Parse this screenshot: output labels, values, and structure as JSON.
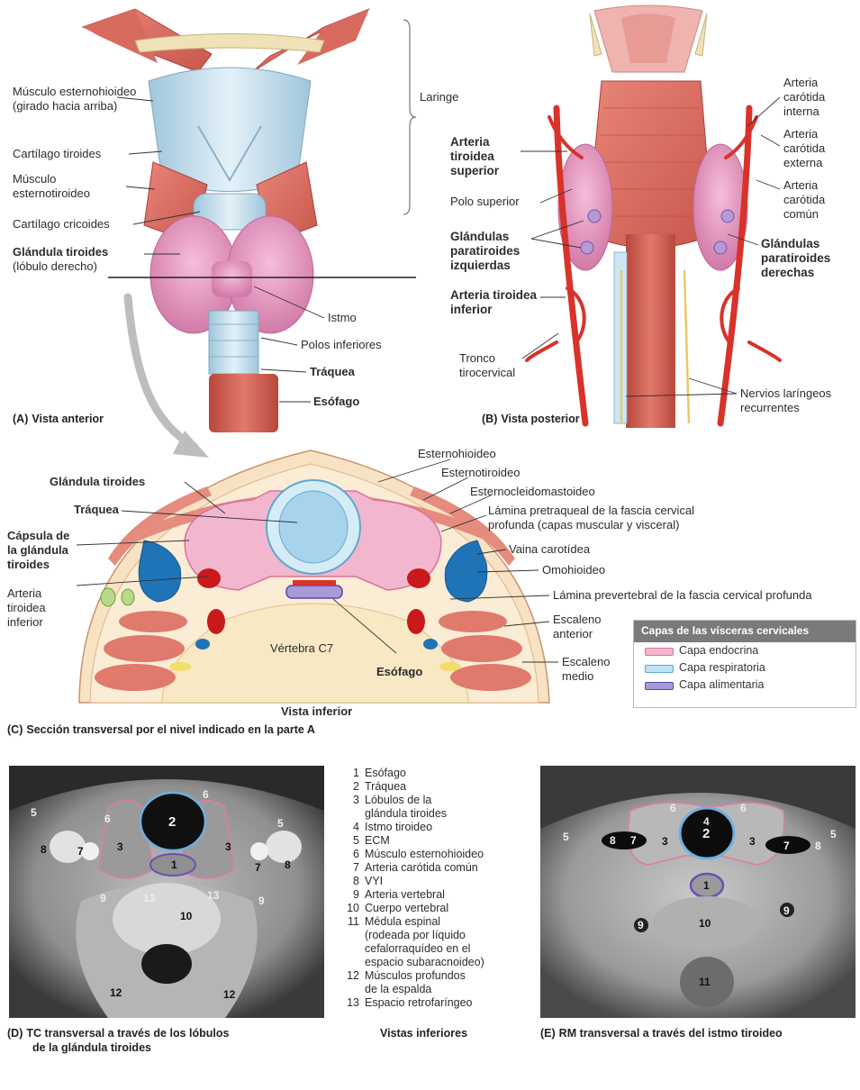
{
  "panel_a": {
    "caption_tag": "(A)",
    "caption": "Vista anterior",
    "labels": {
      "esternohioideo_1": "Músculo esternohioideo",
      "esternohioideo_2": "(girado hacia arriba)",
      "laringe": "Laringe",
      "cartilago_tiroides": "Cartílago tiroides",
      "esternotiroideo_1": "Músculo",
      "esternotiroideo_2": "esternotiroideo",
      "cartilago_cricoides": "Cartílago cricoides",
      "glandula_1": "Glándula tiroides",
      "glandula_2": "(lóbulo derecho)",
      "istmo": "Istmo",
      "polos_inferiores": "Polos inferiores",
      "traquea": "Tráquea",
      "esofago": "Esófago"
    }
  },
  "panel_b": {
    "caption_tag": "(B)",
    "caption": "Vista posterior",
    "labels": {
      "arteria_tiroidea_sup_1": "Arteria",
      "arteria_tiroidea_sup_2": "tiroidea",
      "arteria_tiroidea_sup_3": "superior",
      "polo_superior": "Polo superior",
      "glandulas_izq_1": "Glándulas",
      "glandulas_izq_2": "paratiroides",
      "glandulas_izq_3": "izquierdas",
      "arteria_tiroidea_inf_1": "Arteria tiroidea",
      "arteria_tiroidea_inf_2": "inferior",
      "tronco_1": "Tronco",
      "tronco_2": "tirocervical",
      "carotida_interna_1": "Arteria",
      "carotida_interna_2": "carótida",
      "carotida_interna_3": "interna",
      "carotida_externa_1": "Arteria",
      "carotida_externa_2": "carótida",
      "carotida_externa_3": "externa",
      "carotida_comun_1": "Arteria",
      "carotida_comun_2": "carótida",
      "carotida_comun_3": "común",
      "glandulas_der_1": "Glándulas",
      "glandulas_der_2": "paratiroides",
      "glandulas_der_3": "derechas",
      "nervios_1": "Nervios laríngeos",
      "nervios_2": "recurrentes"
    }
  },
  "panel_c": {
    "caption_tag": "(C)",
    "caption": "Sección transversal por el nivel indicado en la parte A",
    "subcaption": "Vista inferior",
    "labels": {
      "glandula_tiroides": "Glándula tiroides",
      "traquea": "Tráquea",
      "capsula_1": "Cápsula de",
      "capsula_2": "la glándula",
      "capsula_3": "tiroides",
      "arteria_inf_1": "Arteria",
      "arteria_inf_2": "tiroidea",
      "arteria_inf_3": "inferior",
      "vertebra": "Vértebra C7",
      "esofago": "Esófago",
      "esternohioideo": "Esternohioideo",
      "esternotiroideo": "Esternotiroideo",
      "esternocleidomastoideo": "Esternocleidomastoideo",
      "lamina_pretraqueal_1": "Lámina pretraqueal de la fascia cervical",
      "lamina_pretraqueal_2": "profunda (capas muscular y visceral)",
      "vaina_carotidea": "Vaina carotídea",
      "omohioideo": "Omohioideo",
      "lamina_prevertebral": "Lámina prevertebral de la fascia cervical profunda",
      "escaleno_anterior_1": "Escaleno",
      "escaleno_anterior_2": "anterior",
      "escaleno_medio_1": "Escaleno",
      "escaleno_medio_2": "medio"
    },
    "legend": {
      "title": "Capas de las vísceras cervicales",
      "items": [
        {
          "label": "Capa endocrina",
          "color": "#f2b6cf",
          "border": "#d9729c"
        },
        {
          "label": "Capa respiratoria",
          "color": "#bfe2f2",
          "border": "#5ea8cf"
        },
        {
          "label": "Capa alimentaria",
          "color": "#a89ad6",
          "border": "#5b48a8"
        }
      ]
    }
  },
  "panel_d": {
    "caption_tag": "(D)",
    "caption_1": "TC transversal a través de los lóbulos",
    "caption_2": "de la glándula tiroides"
  },
  "panel_e": {
    "caption_tag": "(E)",
    "caption": "RM transversal a través del istmo tiroideo"
  },
  "key": {
    "caption": "Vistas inferiores",
    "items": [
      {
        "n": "1",
        "text": "Esófago"
      },
      {
        "n": "2",
        "text": "Tráquea"
      },
      {
        "n": "3",
        "text": "Lóbulos de la"
      },
      {
        "n": "",
        "text": "glándula tiroides"
      },
      {
        "n": "4",
        "text": "Istmo tiroideo"
      },
      {
        "n": "5",
        "text": "ECM"
      },
      {
        "n": "6",
        "text": "Músculo esternohioideo"
      },
      {
        "n": "7",
        "text": "Arteria carótida común"
      },
      {
        "n": "8",
        "text": "VYI"
      },
      {
        "n": "9",
        "text": "Arteria vertebral"
      },
      {
        "n": "10",
        "text": "Cuerpo vertebral"
      },
      {
        "n": "11",
        "text": "Médula espinal"
      },
      {
        "n": "",
        "text": "(rodeada por líquido"
      },
      {
        "n": "",
        "text": "cefalorraquídeo en el"
      },
      {
        "n": "",
        "text": "espacio subaracnoideo)"
      },
      {
        "n": "12",
        "text": "Músculos profundos"
      },
      {
        "n": "",
        "text": "de la espalda"
      },
      {
        "n": "13",
        "text": "Espacio retrofaríngeo"
      }
    ]
  },
  "scan_numbers": {
    "d": [
      "5",
      "6",
      "6",
      "5",
      "8",
      "7",
      "3",
      "2",
      "3",
      "7",
      "8",
      "1",
      "9",
      "13",
      "13",
      "9",
      "10",
      "12",
      "12"
    ],
    "e": [
      "5",
      "6",
      "4",
      "6",
      "5",
      "3",
      "2",
      "3",
      "8",
      "7",
      "7",
      "8",
      "1",
      "9",
      "9",
      "10",
      "11"
    ]
  }
}
